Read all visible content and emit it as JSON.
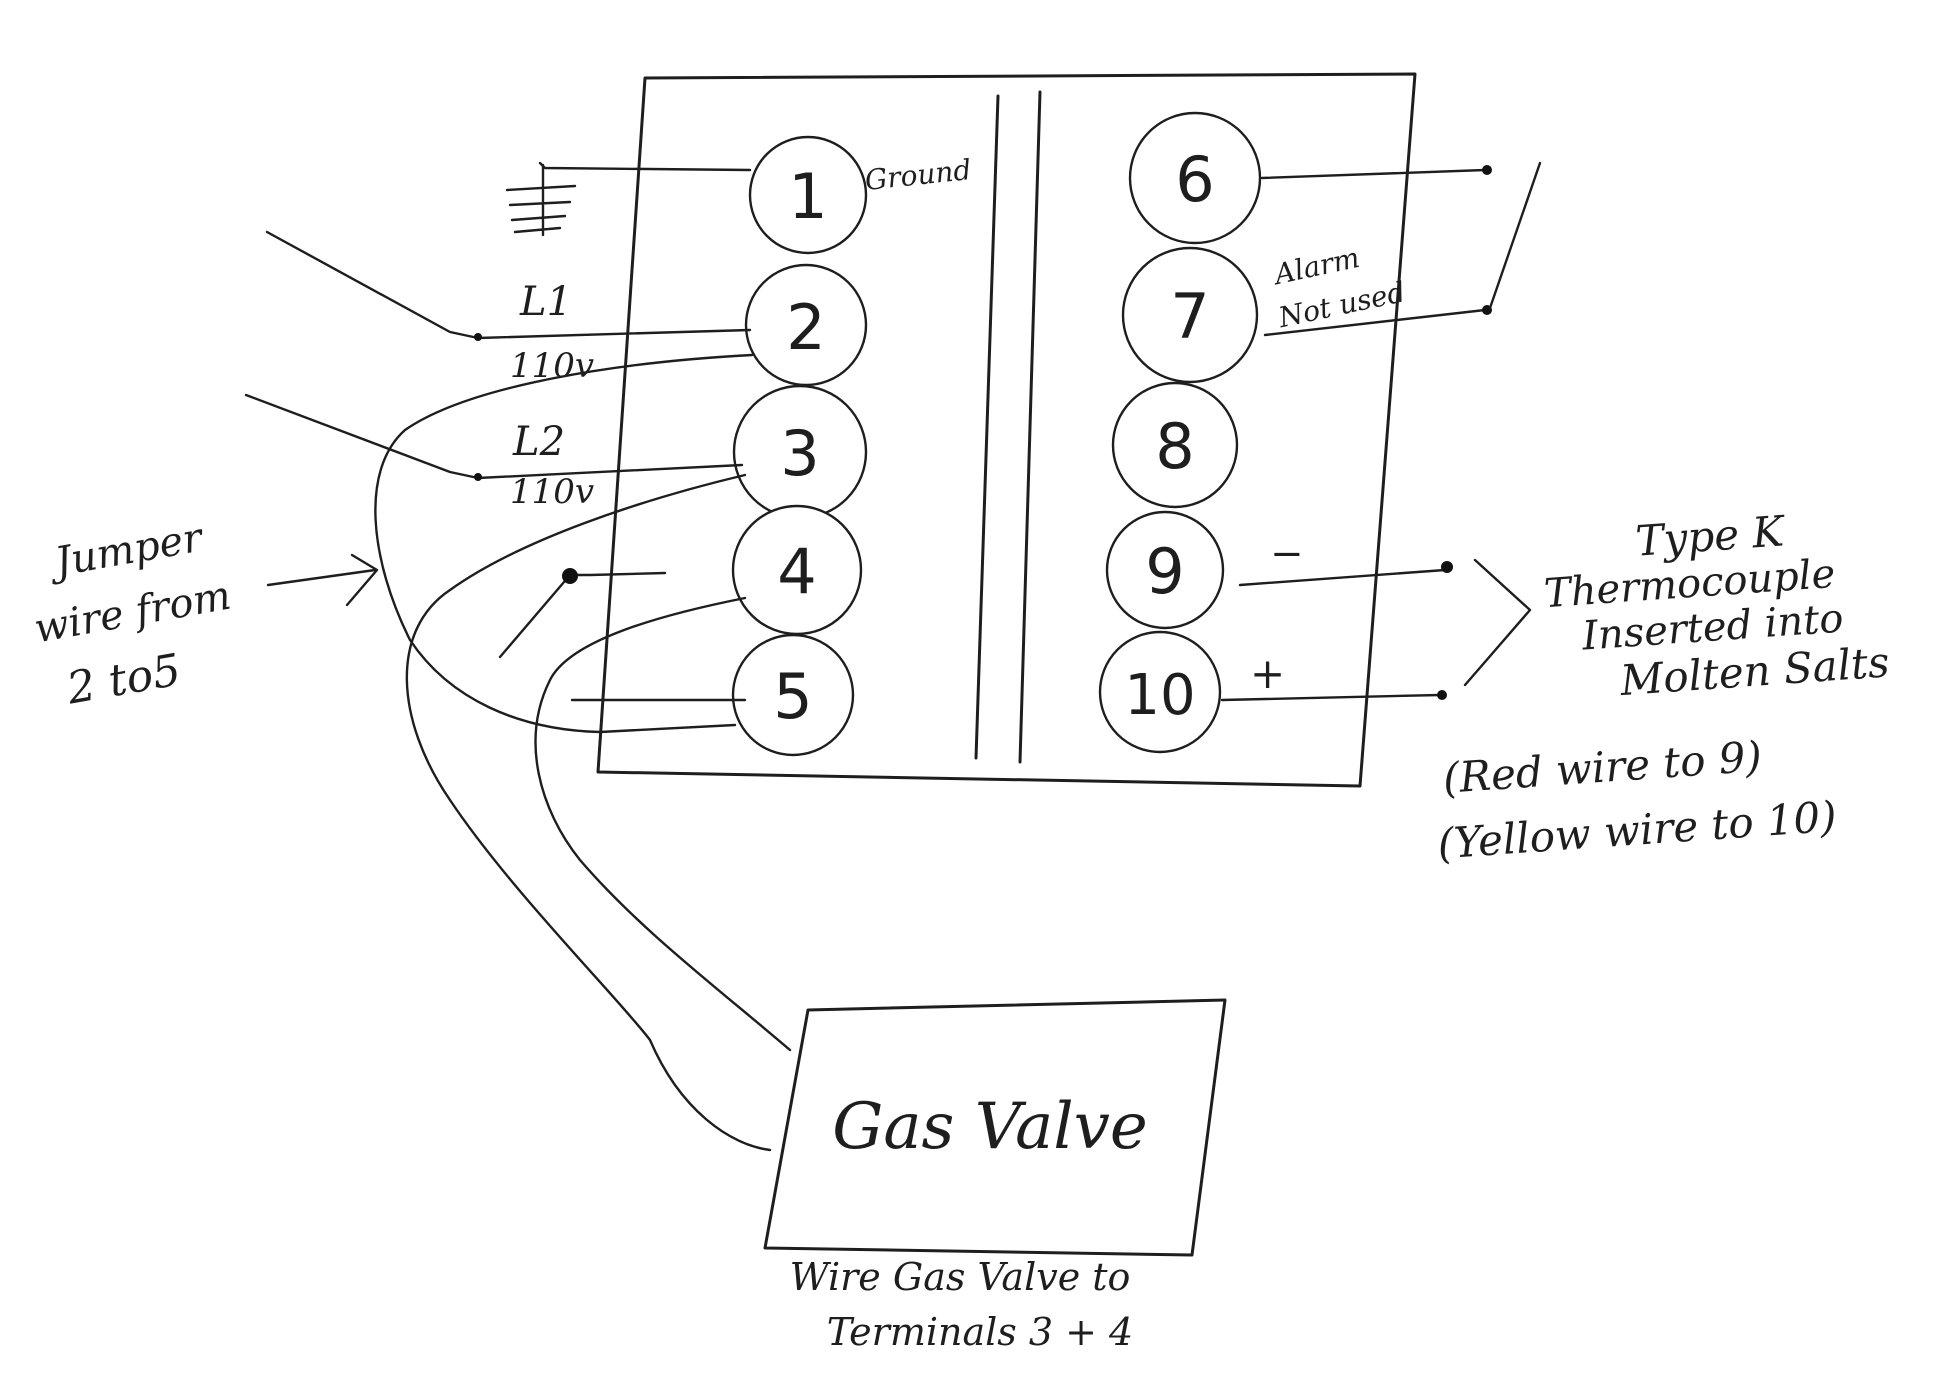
{
  "terminals": {
    "t1": "1",
    "t2": "2",
    "t3": "3",
    "t4": "4",
    "t5": "5",
    "t6": "6",
    "t7": "7",
    "t8": "8",
    "t9": "9",
    "t10": "10"
  },
  "labels": {
    "ground": "Ground",
    "l1": "L1",
    "l1_voltage": "110v",
    "l2": "L2",
    "l2_voltage": "110v",
    "jumper_line1": "Jumper",
    "jumper_line2": "wire from",
    "jumper_line3": "2 to5",
    "alarm_line1": "Alarm",
    "alarm_line2": "Not used",
    "minus_sign": "−",
    "plus_sign": "+",
    "thermo_line1": "Type K",
    "thermo_line2": "Thermocouple",
    "thermo_line3": "Inserted into",
    "thermo_line4": "Molten Salts",
    "red_wire": "(Red wire to 9)",
    "yellow_wire": "(Yellow wire to 10)",
    "gas_valve": "Gas Valve",
    "wire_note_line1": "Wire Gas Valve to",
    "wire_note_line2": "Terminals 3 + 4"
  },
  "colors": {
    "ink": "#1e1e1e",
    "paper": "#ffffff"
  }
}
